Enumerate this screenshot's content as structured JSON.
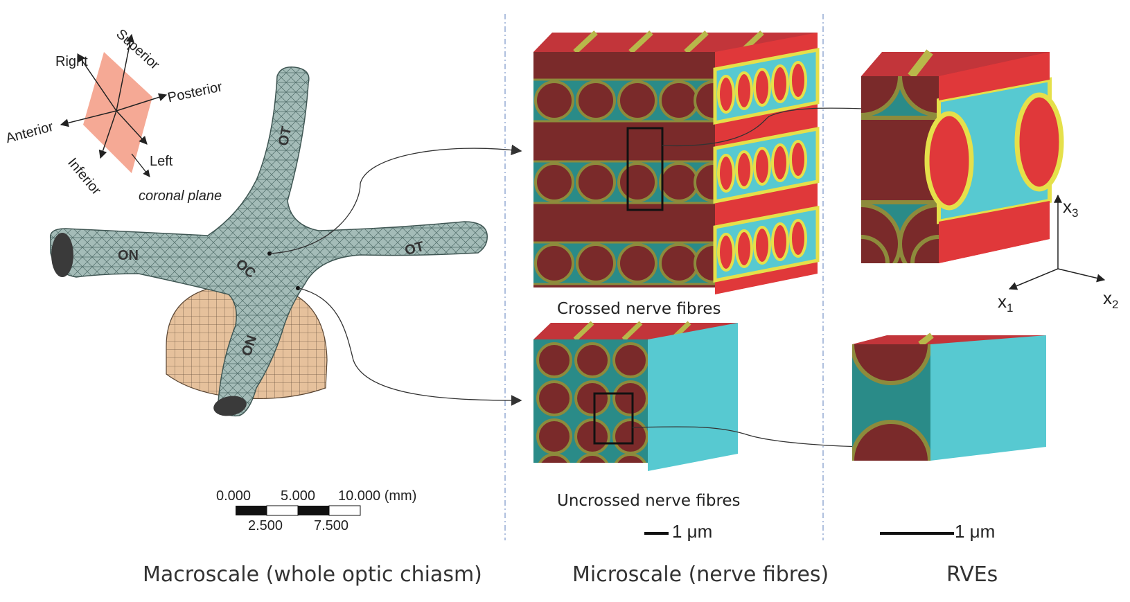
{
  "orientation": {
    "superior": "Superior",
    "right": "Right",
    "posterior": "Posterior",
    "anterior": "Anterior",
    "left": "Left",
    "inferior": "Inferior",
    "plane": "coronal plane"
  },
  "mesh_labels": {
    "ot_upper": "OT",
    "ot_right": "OT",
    "oc": "OC",
    "on_left": "ON",
    "on_lower": "ON"
  },
  "macro_scale_bar": {
    "top_ticks": [
      "0.000",
      "5.000",
      "10.000 (mm)"
    ],
    "bottom_ticks": [
      "2.500",
      "7.500"
    ]
  },
  "micro": {
    "crossed_label": "Crossed nerve fibres",
    "uncrossed_label": "Uncrossed nerve fibres",
    "scale_label": "1 μm"
  },
  "rve": {
    "scale_label": "1 μm",
    "axis_x1": "x",
    "axis_x1_sub": "1",
    "axis_x2": "x",
    "axis_x2_sub": "2",
    "axis_x3": "x",
    "axis_x3_sub": "3"
  },
  "titles": {
    "macro": "Macroscale (whole optic chiasm)",
    "micro": "Microscale (nerve fibres)",
    "rve": "RVEs"
  },
  "colors": {
    "dark_red": "#7a2a2a",
    "red": "#e0383a",
    "teal": "#2a8b88",
    "cyan": "#57c9d1",
    "olive": "#8d8b3c",
    "yellow": "#e5e04a",
    "mesh": "#9fb8b4",
    "pituitary": "#e8c39e",
    "plane": "#f5a995"
  }
}
